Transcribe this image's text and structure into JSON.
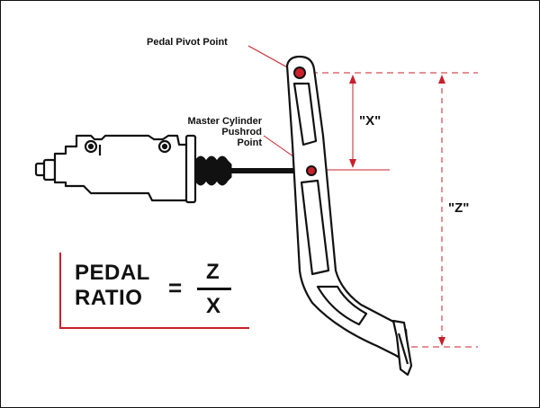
{
  "labels": {
    "pivot": "Pedal Pivot Point",
    "cylinder_line1": "Master Cylinder",
    "cylinder_line2": "Pushrod",
    "cylinder_line3": "Point",
    "dim_x": "\"X\"",
    "dim_z": "\"Z\""
  },
  "formula": {
    "word1": "PEDAL",
    "word2": "RATIO",
    "equals": "=",
    "numerator": "Z",
    "denominator": "X"
  },
  "colors": {
    "accent_red": "#c8202a",
    "ink": "#111111",
    "pedal_fill": "#ffffff"
  }
}
